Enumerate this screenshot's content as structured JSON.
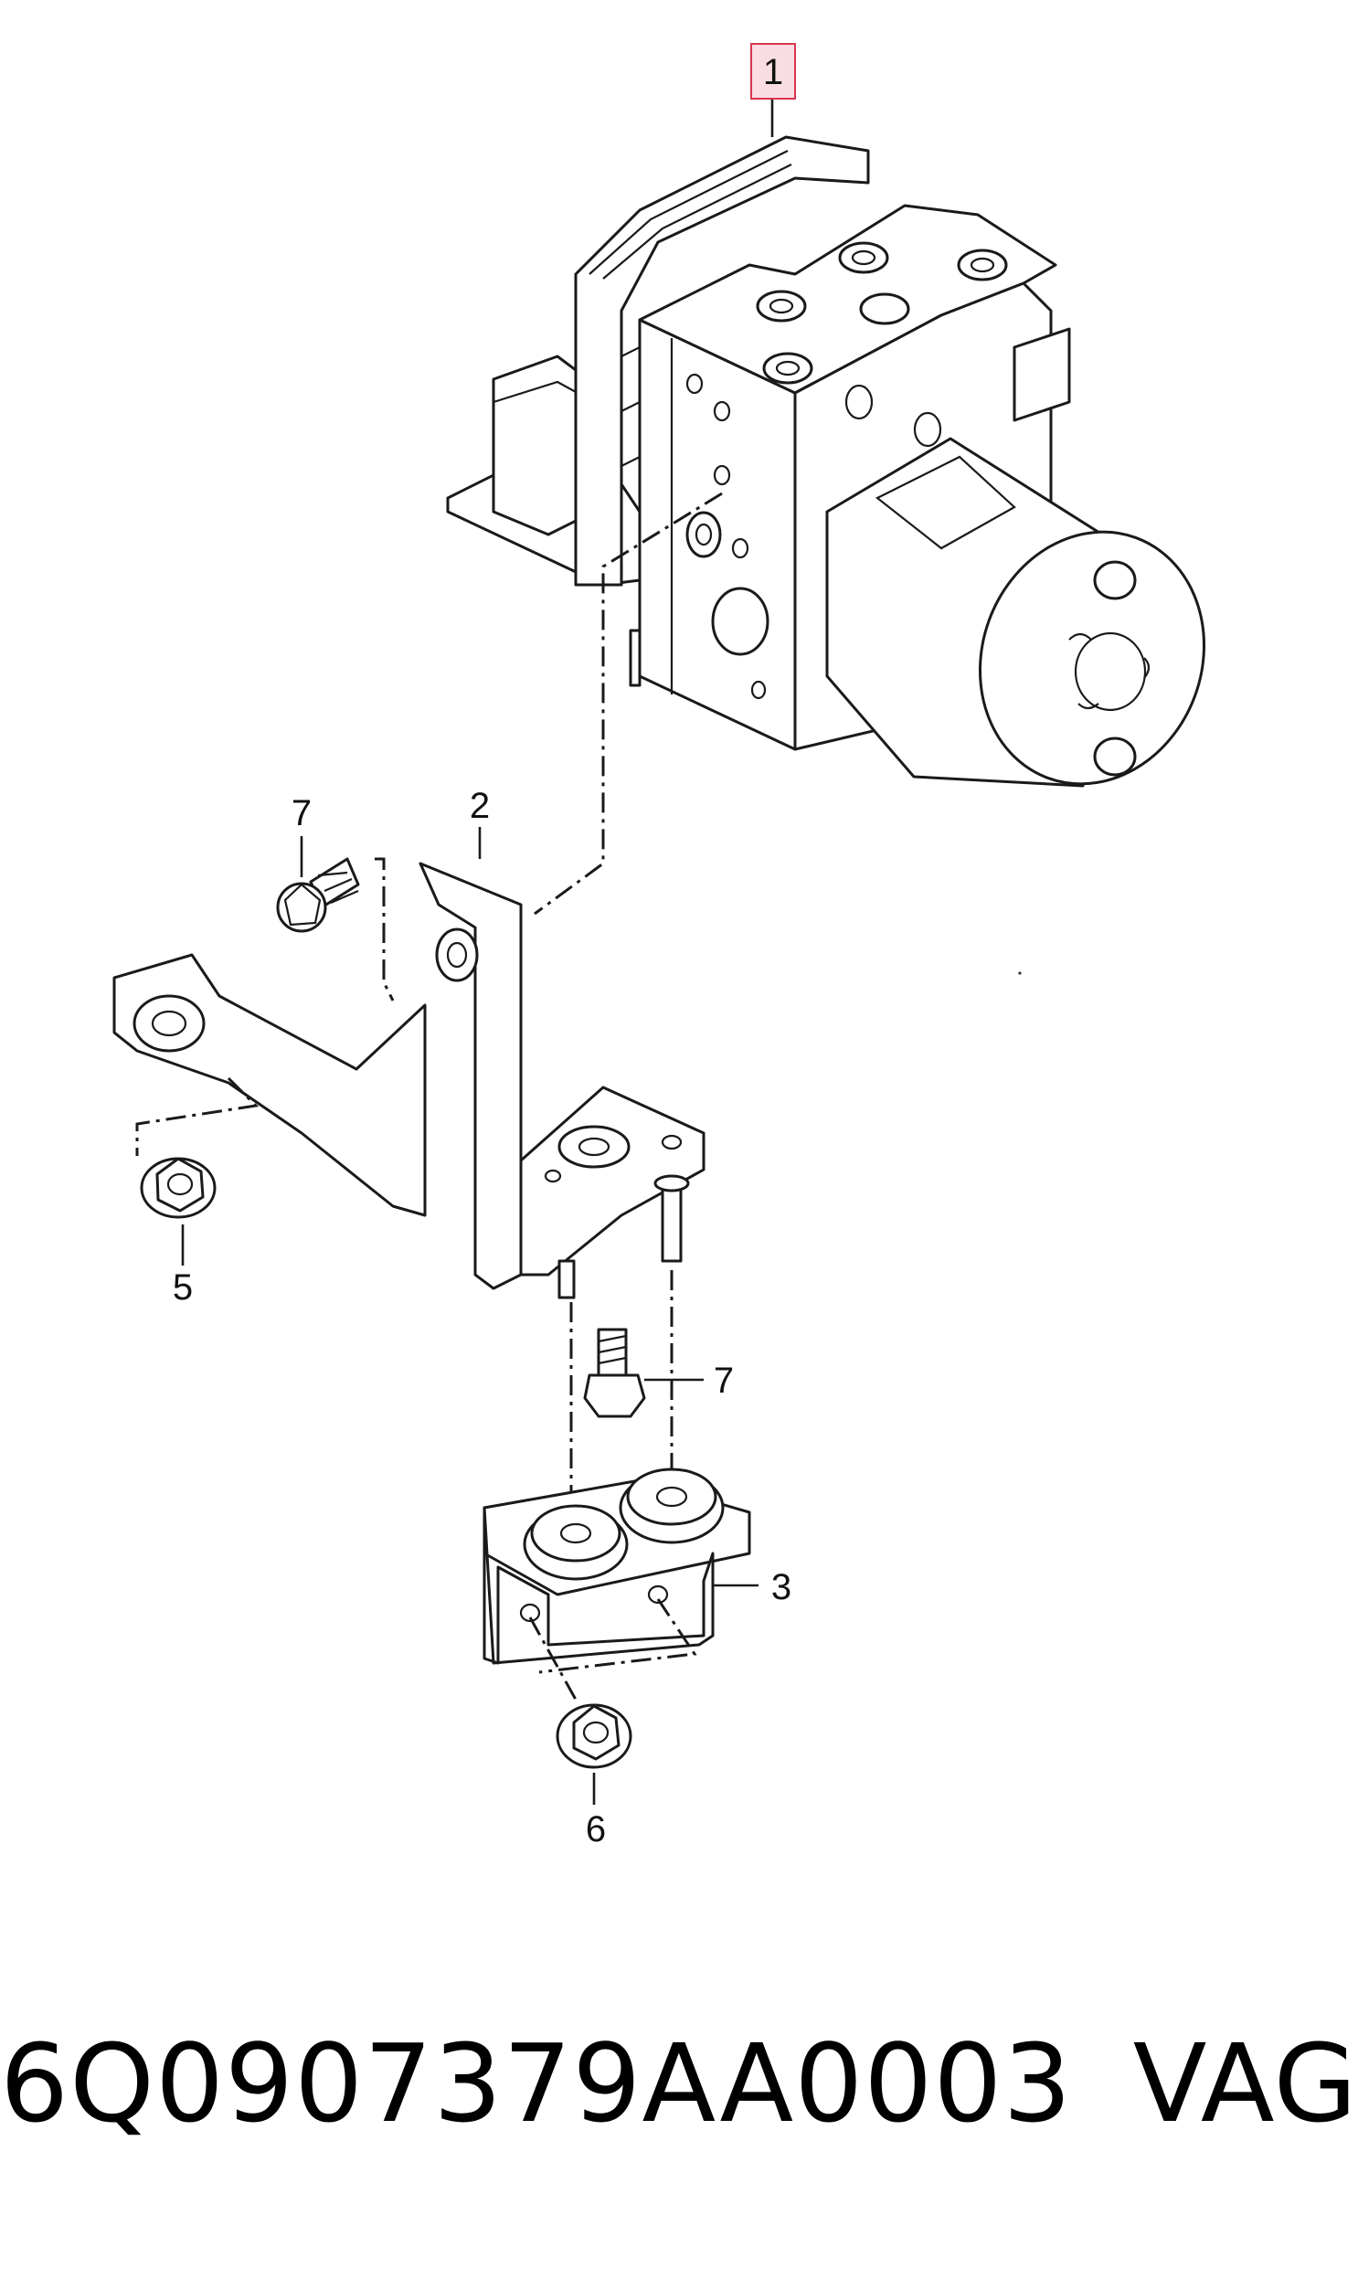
{
  "diagram": {
    "callouts": {
      "c1": "1",
      "c2": "2",
      "c3": "3",
      "c5": "5",
      "c6": "6",
      "c7a": "7",
      "c7b": "7"
    },
    "highlighted_callout": "1",
    "highlight_color": "#d9364f"
  },
  "caption": {
    "part_number": "6Q0907379AA0003",
    "brand": "VAG"
  }
}
